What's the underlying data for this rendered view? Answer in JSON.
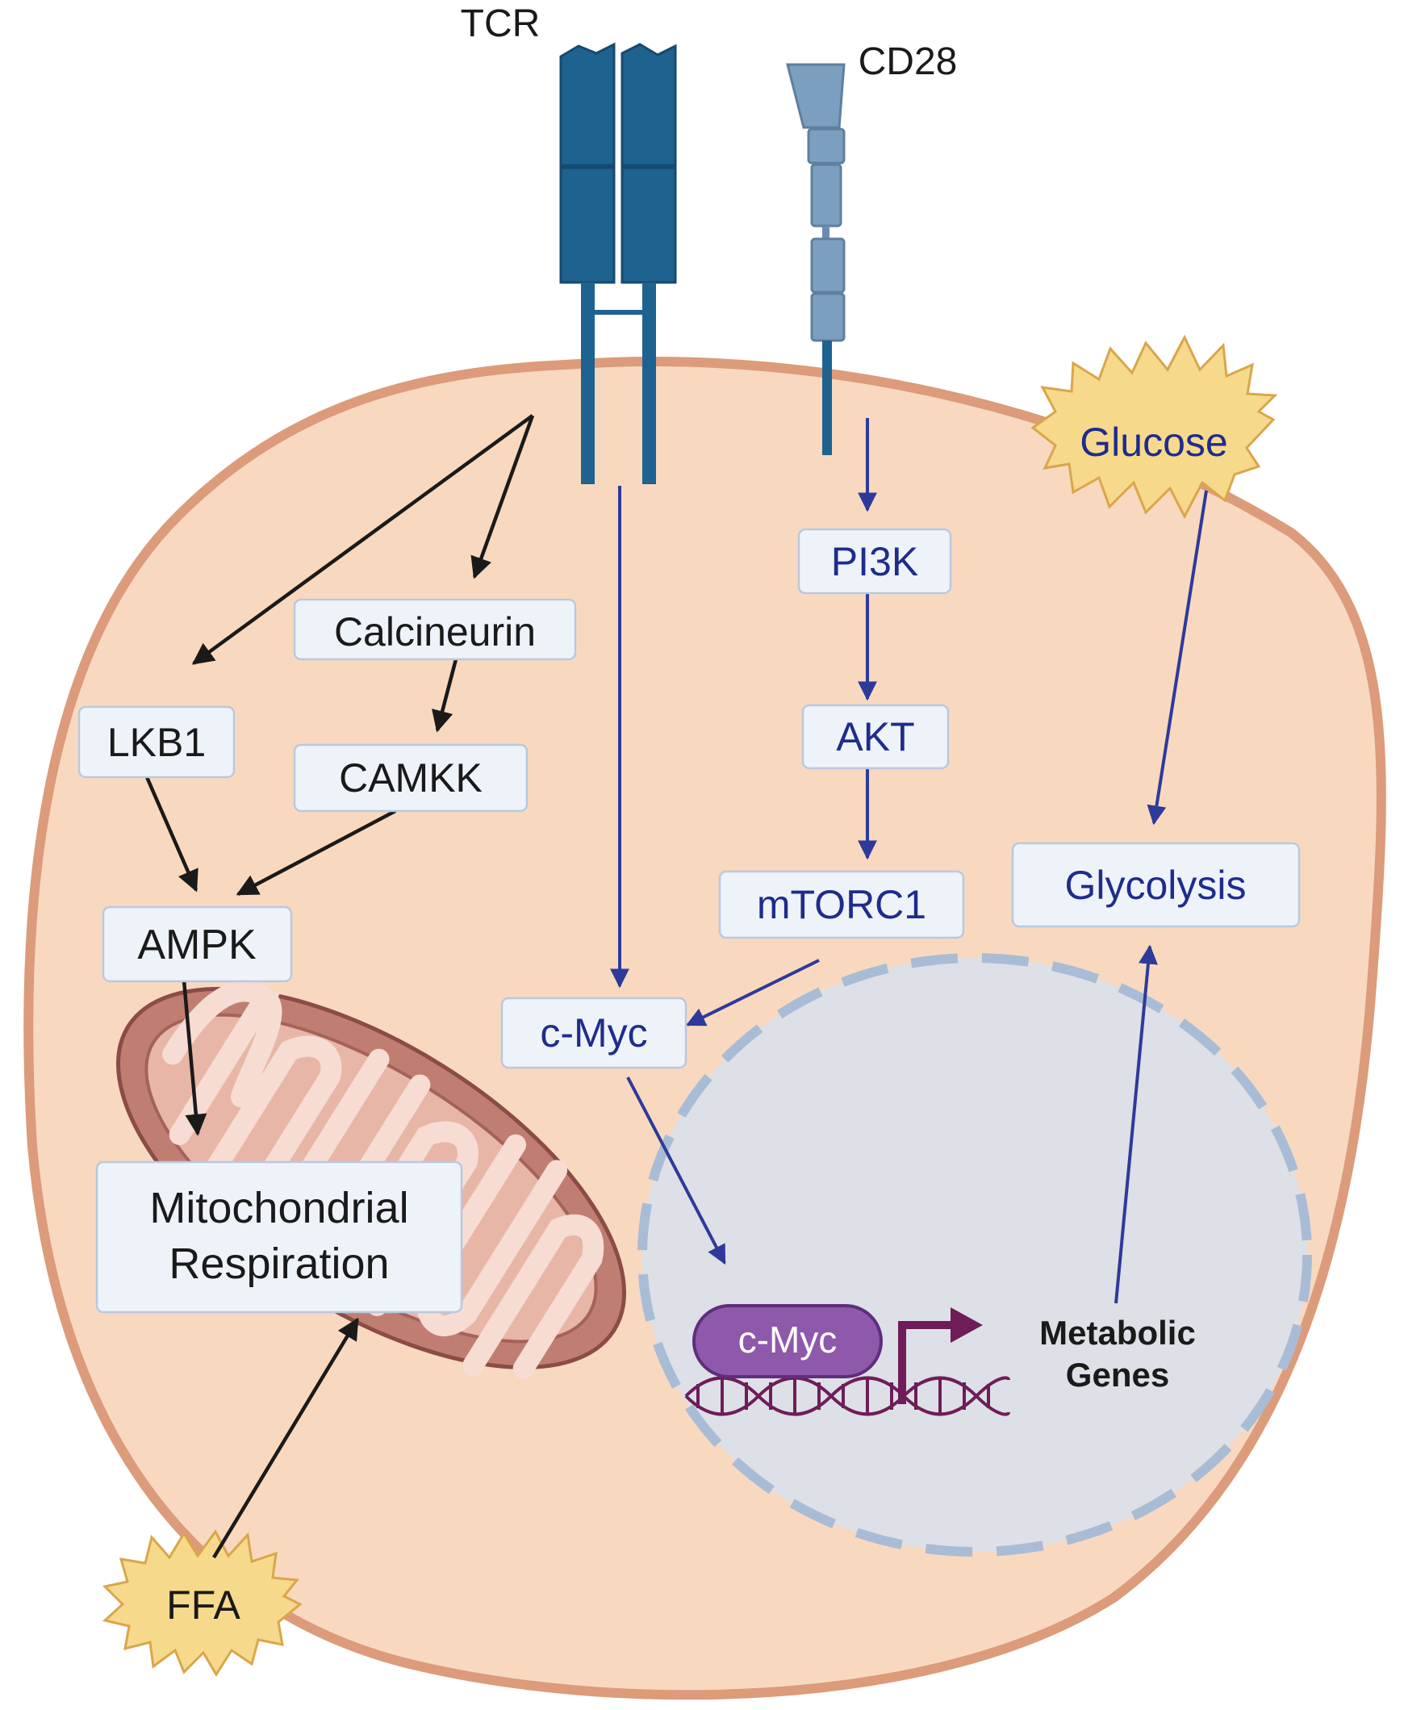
{
  "receptors": {
    "tcr": "TCR",
    "cd28": "CD28"
  },
  "nodes": {
    "calcineurin": "Calcineurin",
    "lkb1": "LKB1",
    "camkk": "CAMKK",
    "ampk": "AMPK",
    "mito_line1": "Mitochondrial",
    "mito_line2": "Respiration",
    "pi3k": "PI3K",
    "akt": "AKT",
    "mtorc1": "mTORC1",
    "cmyc": "c-Myc",
    "glycolysis": "Glycolysis",
    "cmyc_dna": "c-Myc",
    "metabolic_line1": "Metabolic",
    "metabolic_line2": "Genes"
  },
  "nutrients": {
    "glucose": "Glucose",
    "ffa": "FFA"
  },
  "colors": {
    "cell_fill": "#f8d9c0",
    "cell_border": "#dc9b7a",
    "nucleus_fill": "#dde0e6",
    "nucleus_border": "#a9bcd6",
    "tcr": "#1e6290",
    "cd28": "#7c9ebf",
    "black_arrow": "#1a1a1a",
    "blue_arrow": "#2e3a9a",
    "blue_text": "#1f2c8c",
    "cmyc_pill": "#8e58ab",
    "dna": "#6e1d58",
    "mito_outer": "#c07e72",
    "mito_inner": "#f4d4c9",
    "starburst": "#f7d98c"
  }
}
